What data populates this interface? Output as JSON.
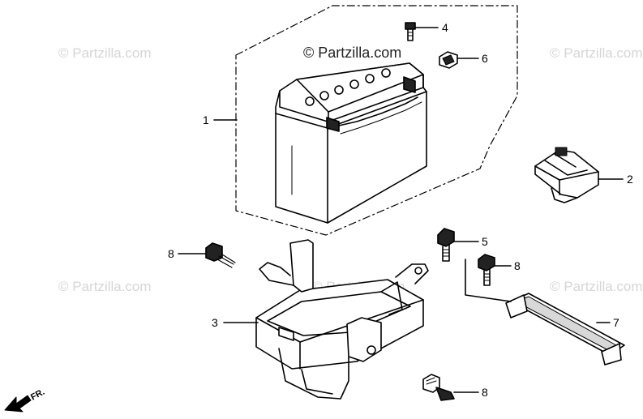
{
  "watermark": {
    "main": "© Partzilla.com",
    "faint": "© Partzilla.com"
  },
  "callouts": [
    {
      "id": "battery",
      "label": "1"
    },
    {
      "id": "battery-cover",
      "label": "2"
    },
    {
      "id": "battery-box",
      "label": "3"
    },
    {
      "id": "terminal-bolt",
      "label": "4"
    },
    {
      "id": "flange-bolt",
      "label": "5"
    },
    {
      "id": "terminal-nut",
      "label": "6"
    },
    {
      "id": "battery-band",
      "label": "7"
    },
    {
      "id": "bolt-a",
      "label": "8"
    },
    {
      "id": "bolt-b",
      "label": "8"
    },
    {
      "id": "bolt-c",
      "label": "8"
    }
  ],
  "direction": {
    "label": "FR."
  },
  "colors": {
    "line": "#000000",
    "watermark": "#d6d6d6"
  }
}
